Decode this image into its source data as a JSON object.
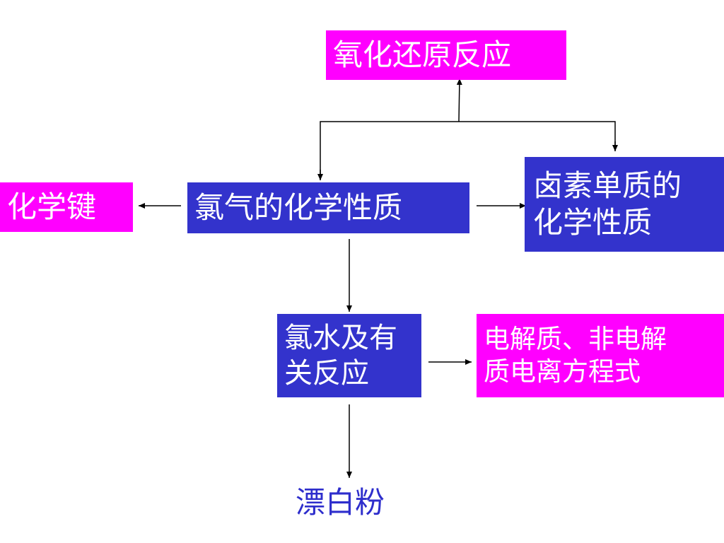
{
  "nodes": {
    "redox": "氧化还原反应",
    "chemical_bond": "化学键",
    "chlorine_properties": "氯气的化学性质",
    "halogen_properties": "卤素单质的\n化学性质",
    "chlorine_water": "氯水及有\n关反应",
    "electrolyte": "电解质、非电解\n质电离方程式",
    "bleaching_powder": "漂白粉"
  },
  "colors": {
    "magenta": "#ff00ff",
    "blue": "#3333cc",
    "text_blue": "#2e2ecc",
    "arrow": "#000000"
  }
}
